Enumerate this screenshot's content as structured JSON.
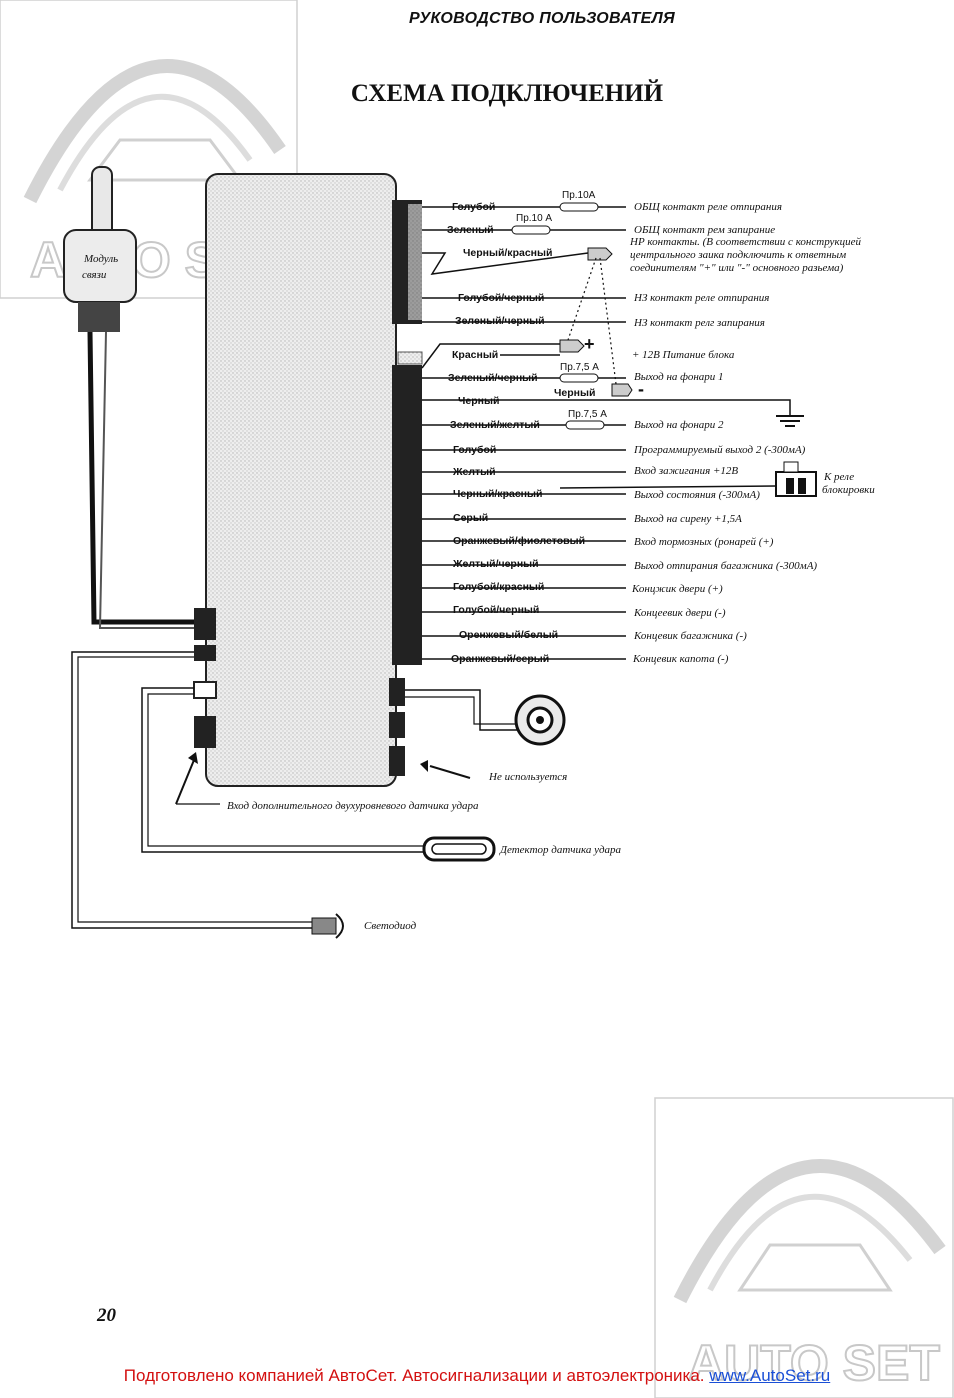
{
  "header": "РУКОВОДСТВО ПОЛЬЗОВАТЕЛЯ",
  "title": "СХЕМА ПОДКЛЮЧЕНИЙ",
  "page_number": "20",
  "footer": {
    "text": "Подготовлено компанией АвтоСет. Автосигнализации и автоэлектроника. ",
    "link": "www.AutoSet.ru"
  },
  "watermark": "AUTO SET",
  "module": {
    "line1": "Модуль",
    "line2": "связи"
  },
  "top_wires": [
    {
      "wire": "Голубой",
      "desc": "ОБЩ контакт реле отпирания"
    },
    {
      "wire": "Зеленый",
      "desc": "ОБЩ контакт рем запирание"
    },
    {
      "wire": "Черный/красный",
      "desc": "НР контакты. (В соответствии с конструкцией центрального заика подключить к ответным соединителям \"+\" или \"-\" основного разьема)"
    },
    {
      "wire": "Голубой/черный",
      "desc": "НЗ контакт реле отпирания"
    },
    {
      "wire": "Зеленый/черный",
      "desc": "НЗ контакт релг запирания"
    }
  ],
  "nr_desc_lines": [
    "НР контакты. (В соответствии с конструкцией",
    "центрального заика подключить к ответным",
    "соединителям \"+\" или \"-\" основного разьема)"
  ],
  "fuses": {
    "f1": "Пр.10А",
    "f2": "Пр.10 А",
    "f3": "Пр.7,5 А",
    "f4": "Пр.7,5 А"
  },
  "signs": {
    "plus": "+",
    "minus": "-"
  },
  "black_branch": "Черный",
  "main_wires": [
    {
      "wire": "Красный",
      "desc": "+ 12В Питание блока"
    },
    {
      "wire": "Зеленый/черный",
      "desc": "Выход на фонари 1"
    },
    {
      "wire": "Черный",
      "desc": ""
    },
    {
      "wire": "Зеленый/желтый",
      "desc": "Выход на фонари 2"
    },
    {
      "wire": "Голубой",
      "desc": "Программируемый выход 2 (-300мА)"
    },
    {
      "wire": "Желтый",
      "desc": "Вход зажигания +12В"
    },
    {
      "wire": "Черный/красный",
      "desc": "Выход состояния (-300мА)"
    },
    {
      "wire": "Серый",
      "desc": "Выход на сирену +1,5А"
    },
    {
      "wire": "Оранжевый/фиолетовый",
      "desc": "Вход тормозных (ронарей (+)"
    },
    {
      "wire": "Желтый/черный",
      "desc": "Выход отпирания багажника (-300мА)"
    },
    {
      "wire": "Голубой/красный",
      "desc": "Концжик двери (+)"
    },
    {
      "wire": "Голубой/черный",
      "desc": "Концеевик двери (-)"
    },
    {
      "wire": "Оренжевый/белый",
      "desc": "Концевик багажника (-)"
    },
    {
      "wire": "Оранжевый/серый",
      "desc": "Концевик капота (-)"
    }
  ],
  "relay": {
    "line1": "К реле",
    "line2": "блокировки"
  },
  "labels": {
    "not_used": "Не используется",
    "shock_input": "Вход дополнительного двухуровневого датчика удара",
    "shock_detector": "Детектор датчика удара",
    "led": "Светодиод"
  }
}
